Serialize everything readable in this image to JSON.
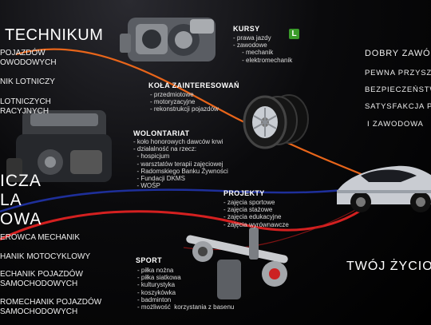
{
  "header": {
    "title": "TECHNIKUM"
  },
  "left_top_items": [
    "POJAZDÓW",
    "OWODOWYCH",
    "NIK LOTNICZY",
    "LOTNICZYCH",
    "RACYJNYCH"
  ],
  "left_big": [
    "ICZA",
    "LA",
    "OWA"
  ],
  "left_bottom_items": [
    "EROWCA  MECHANIK",
    "HANIK MOTOCYKLOWY",
    "ECHANIK POJAZDÓW",
    "SAMOCHODOWYCH",
    "ROMECHANIK POJAZDÓW",
    "SAMOCHODOWYCH"
  ],
  "kursy": {
    "heading": "KURSY",
    "badge": "L",
    "lines": "- prawa jazdy\n- zawodowe\n     - mechanik\n     - elektromechanik"
  },
  "kola": {
    "heading": "KOŁA ZAINTERESOWAŃ",
    "lines": "- przedmiotowe\n- motoryzacyjne\n- rekonstrukcji pojazdów"
  },
  "wolontariat": {
    "heading": "WOLONTARIAT",
    "lines": "- koło honorowych dawców krwi\n- działalność na rzecz:\n  - hospicjum\n  - warsztatów terapii zajęciowej\n  - Radomskiego Banku Żywności\n  - Fundacji DKMS\n  - WOŚP"
  },
  "projekty": {
    "heading": "PROJEKTY",
    "lines": "- zajęcia sportowe\n- zajęcia stażowe\n- zajęcia edukacyjne\n- zajęcia wyrównawcze"
  },
  "sport": {
    "heading": "SPORT",
    "lines": "- piłka nożna\n- piłka siatkowa\n- kulturystyka\n- koszykówka\n- badminton\n- możliwość  korzystania z basenu"
  },
  "right_items": [
    "DOBRY ZAWÓ",
    "PEWNA PRZYSZ",
    "BEZPIECZEŃSTW",
    "SATYSFAKCJA P",
    "I ZAWODOWA"
  ],
  "right_bottom": "TWÓJ ŻYCIOWY",
  "colors": {
    "orange_line": "#e8651a",
    "red_line": "#d42020",
    "blue_line": "#2a3fb0",
    "badge_green": "#3a9a2a"
  },
  "icons": [
    "gearbox-icon",
    "tires-icon",
    "engine-icon",
    "suspension-icon",
    "sports-car-icon"
  ]
}
